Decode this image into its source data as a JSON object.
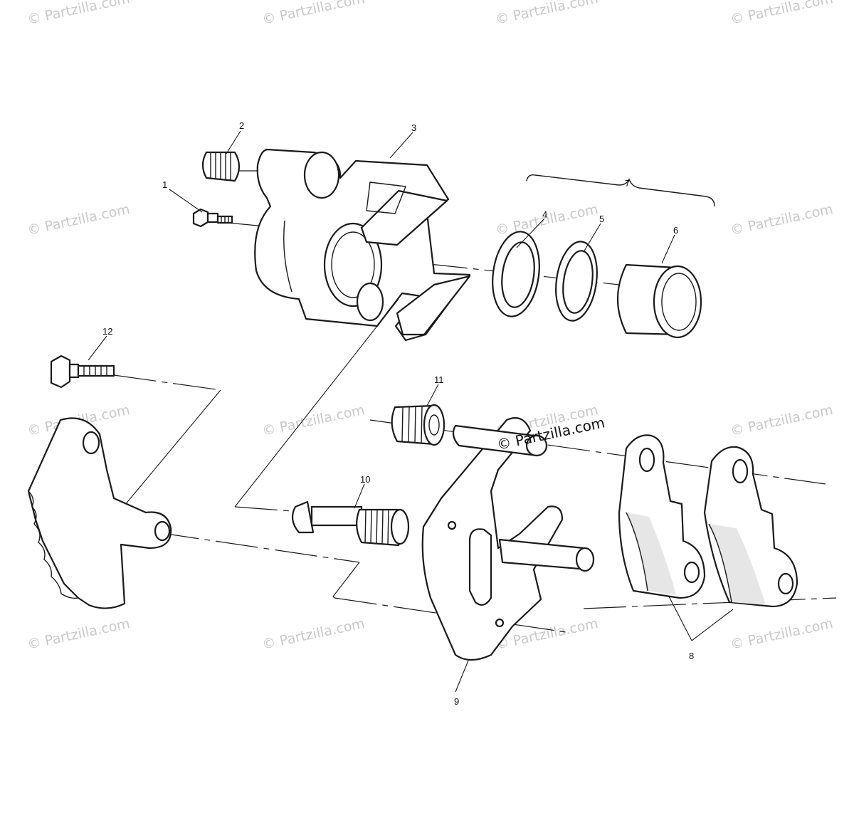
{
  "diagram": {
    "type": "exploded parts diagram",
    "accent_color": "#1a1a1a",
    "watermark_color": "#c9c9c9",
    "watermark_text": "© Partzilla.com",
    "watermark_main_text": "© Partzilla.com",
    "callouts": [
      {
        "id": "1",
        "label": "1"
      },
      {
        "id": "2",
        "label": "2"
      },
      {
        "id": "3",
        "label": "3"
      },
      {
        "id": "4",
        "label": "4"
      },
      {
        "id": "5",
        "label": "5"
      },
      {
        "id": "6",
        "label": "6"
      },
      {
        "id": "7",
        "label": "7"
      },
      {
        "id": "8",
        "label": "8"
      },
      {
        "id": "9",
        "label": "9"
      },
      {
        "id": "10",
        "label": "10"
      },
      {
        "id": "11",
        "label": "11"
      },
      {
        "id": "12",
        "label": "12"
      }
    ]
  }
}
